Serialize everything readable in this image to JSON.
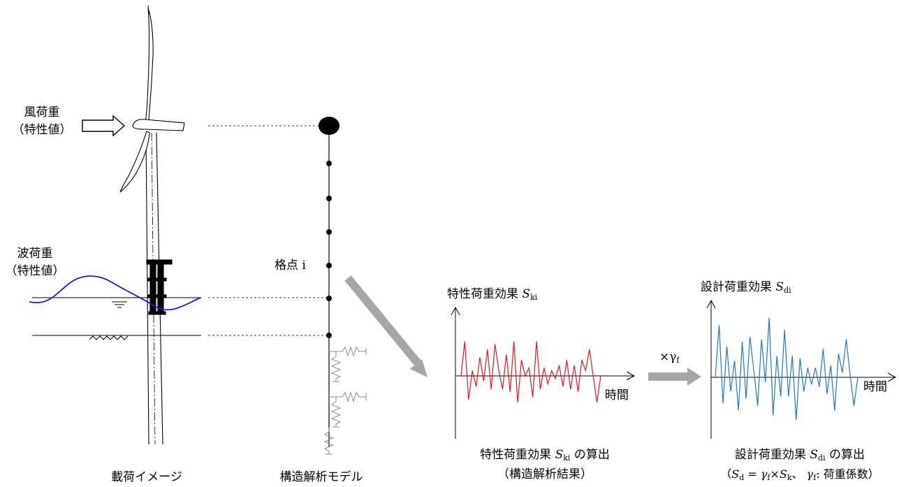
{
  "wind_load": {
    "line1": "風荷重",
    "line2": "（特性値）"
  },
  "wave_load": {
    "line1": "波荷重",
    "line2": "（特性値）"
  },
  "node_label": "格点 i",
  "char_chart": {
    "title": "特性荷重効果",
    "symbol": "S",
    "symbol_sub": "ki",
    "xlabel": "時間",
    "caption1": "特性荷重効果",
    "caption1_after": "の算出",
    "caption2": "（構造解析結果）"
  },
  "design_chart": {
    "title": "設計荷重効果",
    "symbol": "S",
    "symbol_sub": "di",
    "xlabel": "時間",
    "caption1": "設計荷重効果",
    "caption1_after": "の算出",
    "caption2_pre": "（",
    "caption2_formula": "S_d = γ_f×S_k、 γ_f: 荷重係数）"
  },
  "factor_label": {
    "symbol": "×γ",
    "sub": "f"
  },
  "bottom_labels": {
    "load_image": "載荷イメージ",
    "structural_model": "構造解析モデル"
  },
  "colors": {
    "characteristic": "#e8141e",
    "design": "#1f78c0",
    "wave": "#1a1ad6",
    "arrow": "#a6a6a6",
    "spring": "#8c8c8c"
  },
  "chart_data": [
    {
      "type": "line",
      "title": "特性荷重効果 Ski",
      "xlabel": "時間",
      "ylabel": "",
      "values": [
        0,
        1.3,
        -0.9,
        0.2,
        -0.4,
        0.7,
        -0.2,
        1.0,
        -0.5,
        1.2,
        0.2,
        -0.5,
        0.8,
        -0.6,
        1.3,
        -1.0,
        0.6,
        0.0,
        0.3,
        -0.8,
        1.3,
        -0.5,
        0.3,
        -0.3,
        0.2,
        -0.1,
        0.4,
        -0.4,
        0.6,
        -0.5,
        0.4,
        -0.6,
        0.6,
        0.2,
        1.0,
        0.0,
        -1.0,
        0.0
      ]
    },
    {
      "type": "line",
      "title": "設計荷重効果 Sdi",
      "xlabel": "時間",
      "ylabel": "",
      "values": [
        0,
        2.2,
        -1.1,
        1.3,
        -0.6,
        0.7,
        -1.4,
        1.5,
        -0.9,
        1.7,
        0.3,
        -1.2,
        1.6,
        -0.2,
        2.5,
        -1.6,
        0.9,
        -0.8,
        2.0,
        -0.8,
        0.9,
        -1.8,
        0.8,
        -0.6,
        0.4,
        -0.3,
        0.4,
        -0.4,
        1.2,
        -0.7,
        0.5,
        -1.4,
        1.0,
        0.2,
        1.6,
        0.1,
        -1.2,
        0.0
      ]
    }
  ]
}
